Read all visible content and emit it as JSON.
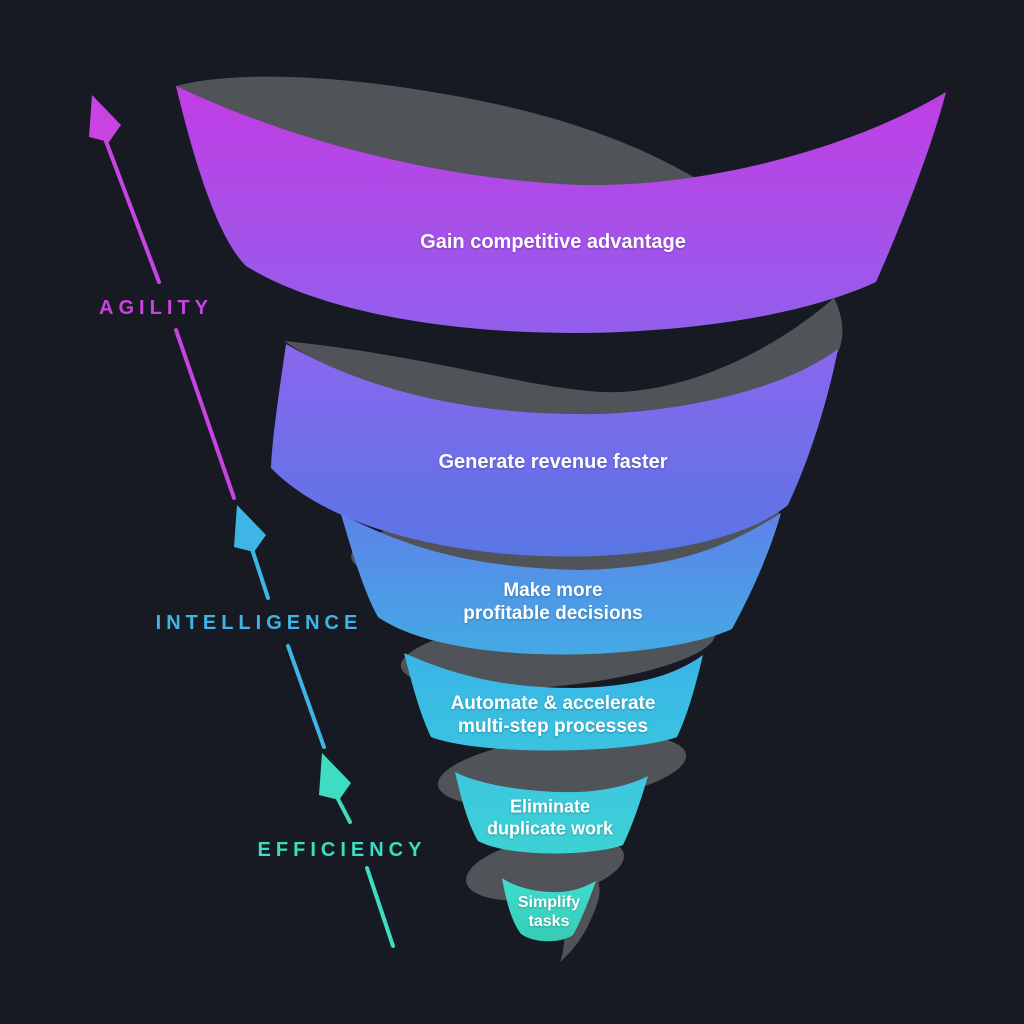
{
  "diagram": {
    "type": "funnel-tornado-infographic",
    "stages": [
      {
        "label": "Gain competitive advantage"
      },
      {
        "label": "Generate revenue faster"
      },
      {
        "label": "Make more\nprofitable decisions"
      },
      {
        "label": "Automate & accelerate\nmulti-step processes"
      },
      {
        "label": "Eliminate\nduplicate work"
      },
      {
        "label": "Simplify\ntasks"
      }
    ],
    "axis": {
      "labels": [
        {
          "text": "AGILITY"
        },
        {
          "text": "INTELLIGENCE"
        },
        {
          "text": "EFFICIENCY"
        }
      ]
    },
    "palette": {
      "background": "#171a22",
      "spiral_gray": "#50535",
      "text_white": "#ffffff",
      "agility": "#c843e2",
      "intelligence": "#3fb5e6",
      "efficiency": "#3eddc2",
      "stage_gradients": [
        {
          "top": "#c33ce4",
          "bottom": "#9160ec"
        },
        {
          "top": "#8a66ee",
          "bottom": "#5378e4"
        },
        {
          "top": "#5d82e9",
          "bottom": "#42ace4"
        },
        {
          "top": "#3ab4e7",
          "bottom": "#3ac4e0"
        },
        {
          "top": "#3dc6e0",
          "bottom": "#3cd3d2"
        },
        {
          "top": "#40dcd0",
          "bottom": "#36ccb5"
        }
      ]
    }
  }
}
